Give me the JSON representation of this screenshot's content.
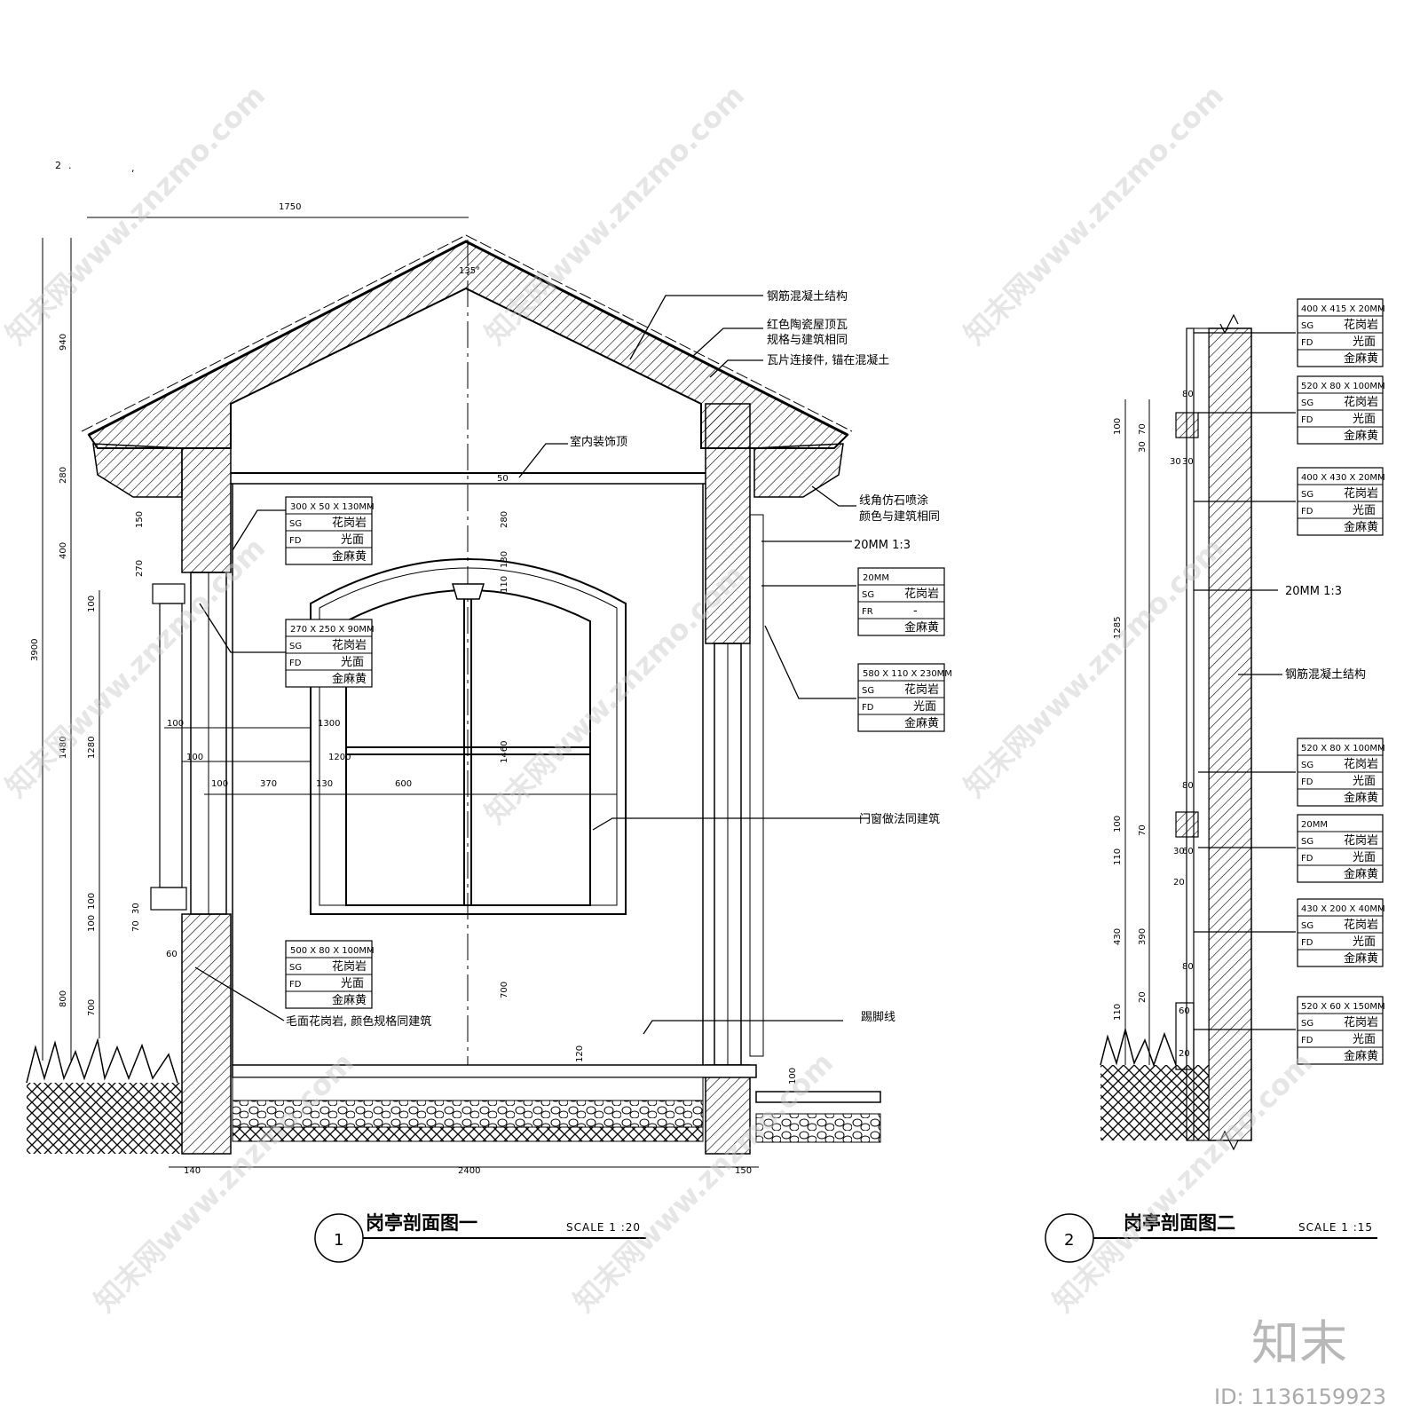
{
  "header": {
    "marks": [
      "2",
      ".",
      ","
    ]
  },
  "section1": {
    "title": "岗亭剖面图一",
    "number": "1",
    "scale": "SCALE 1 :20",
    "dims": {
      "top_width": "1750",
      "total_height": "3900",
      "left_h": [
        "940",
        "280",
        "400",
        "1480",
        "800"
      ],
      "left_h2": [
        "150",
        "270",
        "100",
        "1280",
        "100",
        "100",
        "700"
      ],
      "small": [
        "70",
        "30",
        "60"
      ],
      "window_w": [
        "100",
        "1300",
        "100",
        "1200",
        "100",
        "370",
        "130",
        "600"
      ],
      "window_h": [
        "280",
        "130",
        "110",
        "1460",
        "700"
      ],
      "bottom": [
        "140",
        "2400",
        "150"
      ],
      "floor": [
        "120",
        "100"
      ],
      "ceiling": "50",
      "angle": "135°"
    },
    "notes": {
      "rc": "钢筋混凝土结构",
      "roof_tile_1": "红色陶瓷屋顶瓦",
      "roof_tile_2": "规格与建筑相同",
      "tile_conn": "瓦片连接件, 锚在混凝土",
      "ceiling": "室内装饰顶",
      "cornice_1": "线角仿石喷涂",
      "cornice_2": "颜色与建筑相同",
      "mortar": "20MM 1:3",
      "window": "门窗做法同建筑",
      "granite": "毛面花岗岩, 颜色规格同建筑",
      "skirting": "踢脚线"
    },
    "tags": [
      {
        "size": "300 X 50 X 130MM",
        "rows": [
          [
            "SG",
            "花岗岩"
          ],
          [
            "FD",
            "光面"
          ],
          [
            "",
            "金麻黄"
          ]
        ]
      },
      {
        "size": "270 X 250 X 90MM",
        "rows": [
          [
            "SG",
            "花岗岩"
          ],
          [
            "FD",
            "光面"
          ],
          [
            "",
            "金麻黄"
          ]
        ]
      },
      {
        "size": "500 X 80 X 100MM",
        "rows": [
          [
            "SG",
            "花岗岩"
          ],
          [
            "FD",
            "光面"
          ],
          [
            "",
            "金麻黄"
          ]
        ]
      },
      {
        "size": "20MM",
        "rows": [
          [
            "SG",
            "花岗岩"
          ],
          [
            "FR",
            "-"
          ],
          [
            "",
            "金麻黄"
          ]
        ]
      },
      {
        "size": "580 X 110 X 230MM",
        "rows": [
          [
            "SG",
            "花岗岩"
          ],
          [
            "FD",
            "光面"
          ],
          [
            "",
            "金麻黄"
          ]
        ]
      }
    ]
  },
  "section2": {
    "title": "岗亭剖面图二",
    "number": "2",
    "scale": "SCALE 1 :15",
    "dims": {
      "left": [
        "100",
        "1285",
        "100",
        "110",
        "430",
        "110"
      ],
      "left2": [
        "70",
        "30",
        "70",
        "390",
        "20"
      ],
      "small": [
        "80",
        "30",
        "30",
        "80",
        "30",
        "60",
        "20",
        "80",
        "60",
        "20"
      ]
    },
    "notes": {
      "mortar": "20MM 1:3",
      "rc": "钢筋混凝土结构"
    },
    "tags": [
      {
        "size": "400 X 415 X 20MM",
        "rows": [
          [
            "SG",
            "花岗岩"
          ],
          [
            "FD",
            "光面"
          ],
          [
            "",
            "金麻黄"
          ]
        ]
      },
      {
        "size": "520 X 80 X 100MM",
        "rows": [
          [
            "SG",
            "花岗岩"
          ],
          [
            "FD",
            "光面"
          ],
          [
            "",
            "金麻黄"
          ]
        ]
      },
      {
        "size": "400 X 430 X 20MM",
        "rows": [
          [
            "SG",
            "花岗岩"
          ],
          [
            "FD",
            "光面"
          ],
          [
            "",
            "金麻黄"
          ]
        ]
      },
      {
        "size": "520 X 80 X 100MM",
        "rows": [
          [
            "SG",
            "花岗岩"
          ],
          [
            "FD",
            "光面"
          ],
          [
            "",
            "金麻黄"
          ]
        ]
      },
      {
        "size": "20MM",
        "rows": [
          [
            "SG",
            "花岗岩"
          ],
          [
            "FD",
            "光面"
          ],
          [
            "",
            "金麻黄"
          ]
        ]
      },
      {
        "size": "430 X 200 X 40MM",
        "rows": [
          [
            "SG",
            "花岗岩"
          ],
          [
            "FD",
            "光面"
          ],
          [
            "",
            "金麻黄"
          ]
        ]
      },
      {
        "size": "520 X 60 X 150MM",
        "rows": [
          [
            "SG",
            "花岗岩"
          ],
          [
            "FD",
            "光面"
          ],
          [
            "",
            "金麻黄"
          ]
        ]
      }
    ]
  },
  "watermark": {
    "text": "知末网www.znzmo.com",
    "brand": "知末",
    "id": "ID: 1136159923"
  }
}
